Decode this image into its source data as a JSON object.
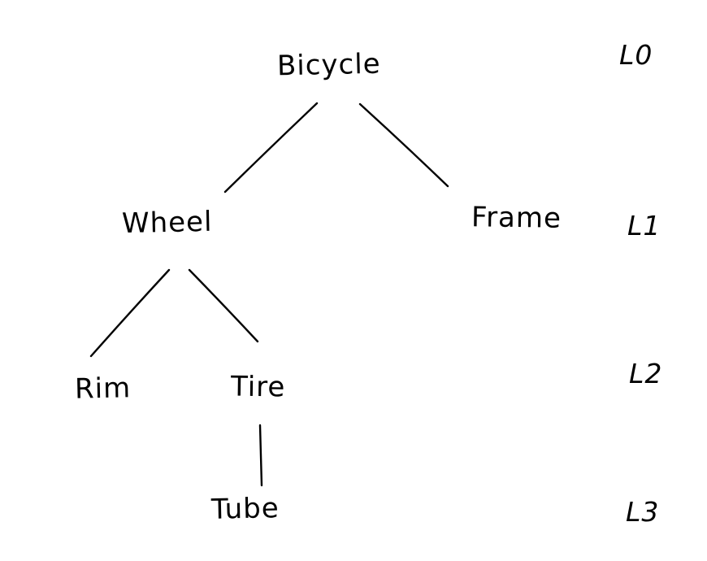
{
  "diagram": {
    "type": "tree",
    "style": "hand-drawn",
    "ink_color": "#000000",
    "background_color": "#ffffff",
    "nodes": {
      "bicycle": "Bicycle",
      "wheel": "Wheel",
      "frame": "Frame",
      "rim": "Rim",
      "tire": "Tire",
      "tube": "Tube"
    },
    "levels": {
      "l0": "L0",
      "l1": "L1",
      "l2": "L2",
      "l3": "L3"
    },
    "edges": [
      {
        "from": "Bicycle",
        "to": "Wheel"
      },
      {
        "from": "Bicycle",
        "to": "Frame"
      },
      {
        "from": "Wheel",
        "to": "Rim"
      },
      {
        "from": "Wheel",
        "to": "Tire"
      },
      {
        "from": "Tire",
        "to": "Tube"
      }
    ]
  }
}
